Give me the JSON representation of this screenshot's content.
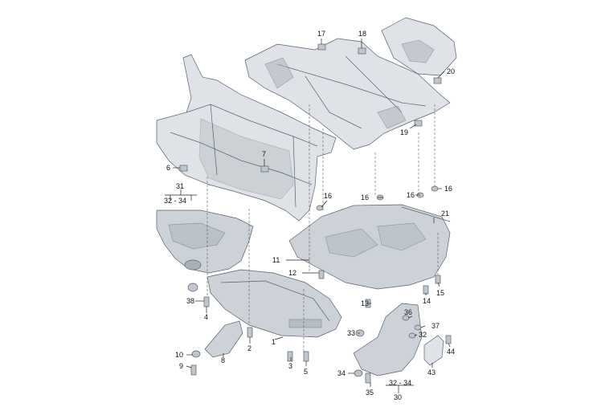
{
  "callouts": {
    "c1": "1",
    "c2": "2",
    "c3": "3",
    "c4": "4",
    "c5": "5",
    "c6": "6",
    "c7": "7",
    "c8": "8",
    "c9": "9",
    "c10": "10",
    "c11": "11",
    "c12": "12",
    "c13": "13",
    "c14": "14",
    "c15": "15",
    "c16a": "16",
    "c16b": "16",
    "c16c": "16",
    "c16d": "16",
    "c17": "17",
    "c18": "18",
    "c19": "19",
    "c20": "20",
    "c21": "21",
    "c30": "30",
    "c31": "31",
    "c32_34a": "32 - 34",
    "c32_34b": "32 - 34",
    "c32": "32",
    "c33": "33",
    "c34": "34",
    "c35": "35",
    "c36": "36",
    "c37": "37",
    "c38": "38",
    "c43": "43",
    "c44": "44"
  },
  "colors": {
    "part_fill": "#dfe3e7",
    "part_stroke": "#56606a",
    "text": "#111111"
  }
}
